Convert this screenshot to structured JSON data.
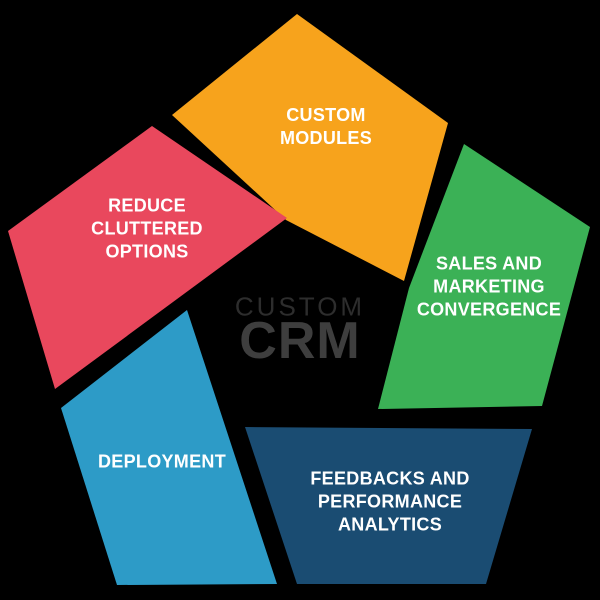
{
  "canvas": {
    "background": "#000000"
  },
  "center_title": {
    "line1": "CUSTOM",
    "line2": "CRM",
    "line1_color": "#2D2D2D",
    "line2_color": "#3E3E3E"
  },
  "segments": [
    {
      "name": "custom-modules",
      "label": "CUSTOM\nMODULES",
      "color": "#F7A31C",
      "label_color": "#FFFFFF"
    },
    {
      "name": "sales-and-marketing-convergence",
      "label": "SALES AND\nMARKETING\nCONVERGENCE",
      "color": "#3BB156",
      "label_color": "#FFFFFF"
    },
    {
      "name": "feedbacks-and-performance-analytics",
      "label": "FEEDBACKS AND\nPERFORMANCE\nANALYTICS",
      "color": "#1A4C72",
      "label_color": "#FFFFFF"
    },
    {
      "name": "deployment",
      "label": "DEPLOYMENT",
      "color": "#2D9BC7",
      "label_color": "#FFFFFF"
    },
    {
      "name": "reduce-cluttered-options",
      "label": "REDUCE\nCLUTTERED\nOPTIONS",
      "color": "#E9485D",
      "label_color": "#FFFFFF"
    }
  ]
}
